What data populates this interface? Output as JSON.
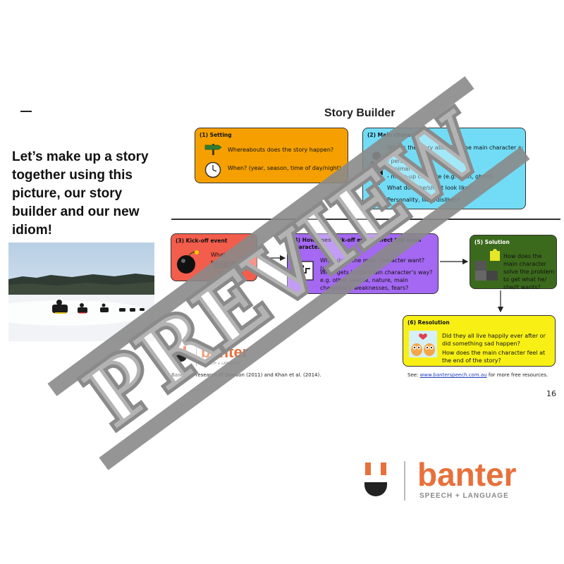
{
  "left_panel": {
    "lead_text": "Let’s make up a story together using this picture, our story builder and our new idiom!"
  },
  "story_builder": {
    "title": "Story Builder",
    "setting": {
      "title": "(1) Setting",
      "q1": "Whereabouts does the story happen?",
      "q2": "When? (year, season, time of day/night)"
    },
    "main_character": {
      "title": "(2) Main character",
      "q1": "Who is the story about?  Is the main character a:",
      "items": [
        "- person",
        "- animal",
        "- made-up creature (e.g. alien, ghost)"
      ],
      "q2": "What does he/she/it look like?",
      "q3": "Personality, likes/dislikes?"
    },
    "kickoff": {
      "title": "(3) Kick-off event",
      "q1": "What happened?",
      "q2": "- Suddenly",
      "q3": "- One day"
    },
    "response": {
      "title": "(4) How does kick-off event affect the main character?",
      "q1": "What does the main character want? (goal)",
      "q2": "What gets in the main character’s way? e.g. other people, nature, main character’s weaknesses, fears?"
    },
    "solution": {
      "title": "(5) Solution",
      "text": "How does the main character solve the problem to get what he/ she/it wants?"
    },
    "resolution": {
      "title": "(6) Resolution",
      "q1": "Did they all live happily ever after or did something sad happen?",
      "q2": "How does the main character feel at the end of the story?"
    },
    "footer_left": "Based on research of Dawson (2011) and Khan et al. (2014).",
    "footer_right_prefix": "See: ",
    "footer_link": "www.banterspeech.com.au",
    "footer_right_suffix": " for more free resources.",
    "page_number": "16"
  },
  "logo": {
    "brand": "banter",
    "tagline": "SPEECH + LANGUAGE",
    "small_tagline": "SPEECH + LANGUAGE"
  },
  "watermark": {
    "text": "PREVIEW"
  },
  "colors": {
    "setting": "#f5a000",
    "character": "#72dcf6",
    "kickoff": "#f25d4c",
    "response": "#a468f2",
    "solution": "#3c6a1c",
    "resolution": "#f8f015",
    "brand_orange": "#e8703a",
    "watermark_gray": "#8a8a8a"
  }
}
